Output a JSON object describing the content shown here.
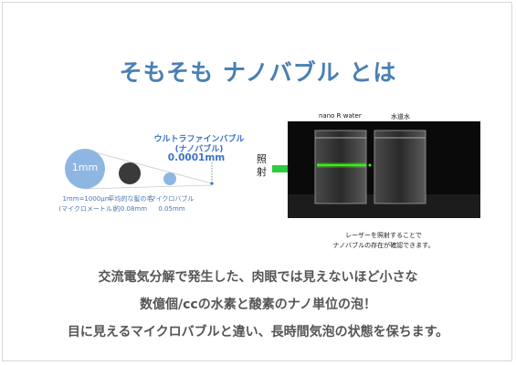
{
  "title": "そもそも ナノバブル とは",
  "diagram": {
    "ultrafine_label_line1": "ウルトラファインバブル",
    "ultrafine_label_line2": "(ナノバブル)",
    "ultrafine_value": "0.0001mm",
    "big_circle_text": "1mm",
    "caption_big_line1": "1mm=1000μm",
    "caption_big_line2": "(マイクロメートル)",
    "caption_hair_line1": "平均的な髪の毛",
    "caption_hair_line2": "約0.08mm",
    "caption_micro_line1": "マイクロバブル",
    "caption_micro_line2": "0.05mm",
    "colors": {
      "big_circle": "#8fb6e3",
      "hair_circle": "#3a3a3a",
      "micro_circle": "#8fb6e3",
      "accent": "#3a73c8"
    }
  },
  "photo": {
    "label_left": "nano R water",
    "label_right": "水道水",
    "irradiation_line1": "照",
    "irradiation_line2": "射",
    "arrow_color": "#2ecc40",
    "caption_line1": "レーザーを照射することで",
    "caption_line2": "ナノバブルの存在が確認できます。"
  },
  "body": {
    "line1": "交流電気分解で発生した、肉眼では見えないほど小さな",
    "line2": "数億個/ccの水素と酸素のナノ単位の泡！",
    "line3": "目に見えるマイクロバブルと違い、長時間気泡の状態を保ちます。"
  }
}
